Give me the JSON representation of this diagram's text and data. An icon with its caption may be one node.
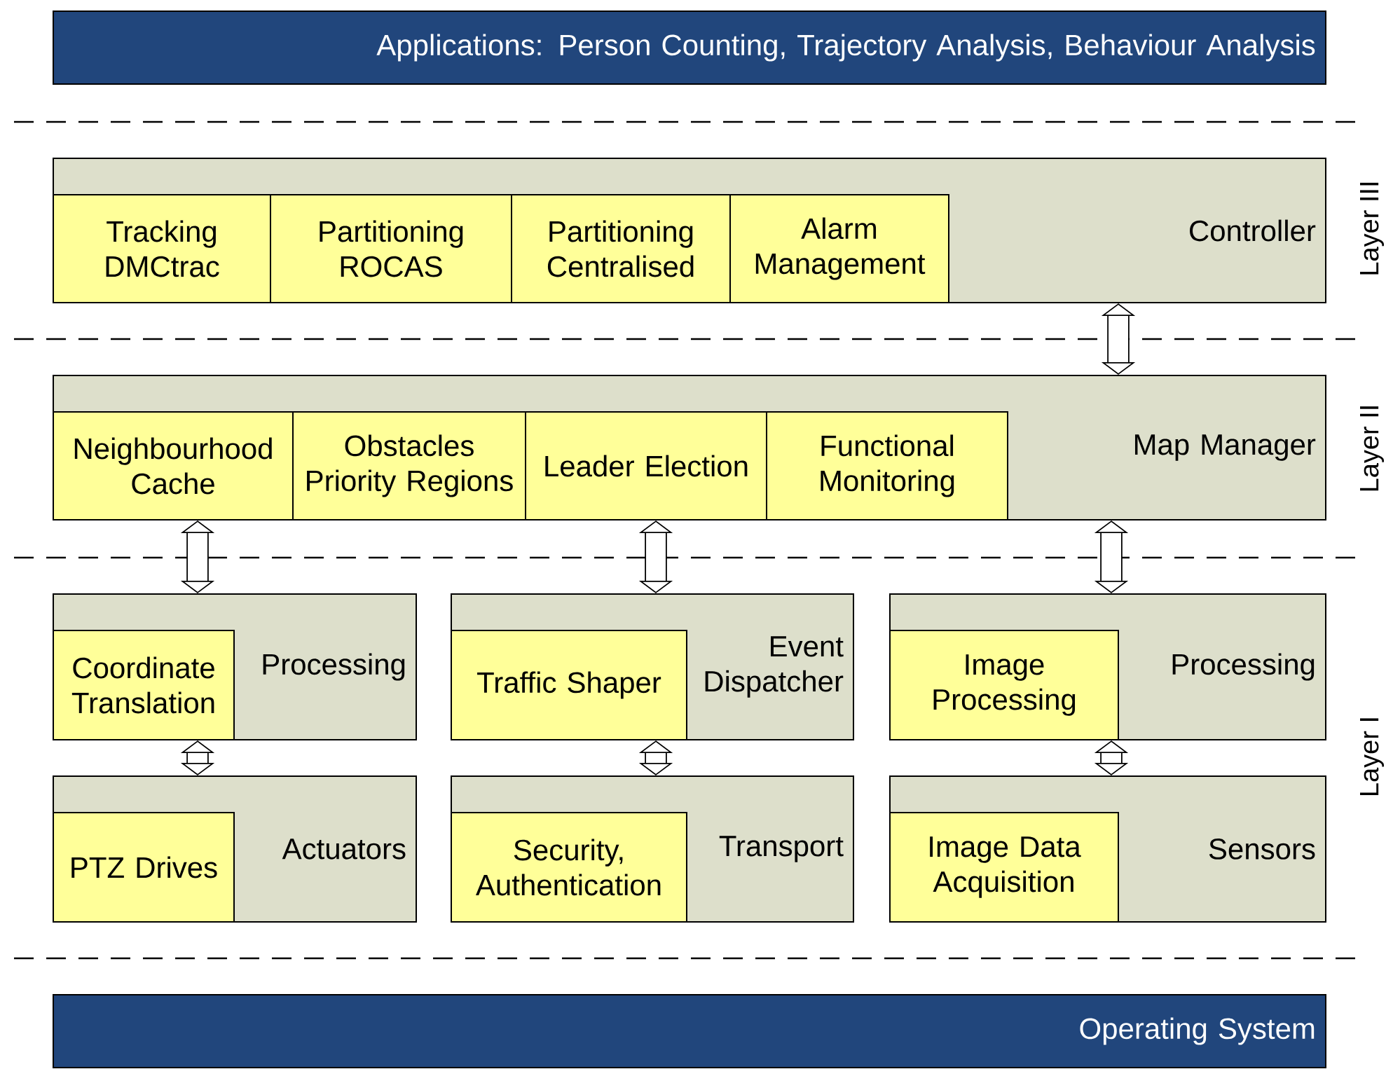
{
  "diagram": {
    "nodes": [
      {
        "text": [
          "Applications: Person Counting, Trajectory Analysis, Behaviour Analysis"
        ]
      },
      {
        "text": [
          "Controller"
        ]
      },
      {
        "text": [
          "Tracking DMCtrac"
        ],
        "in": 1
      },
      {
        "text": [
          "Partitioning ROCAS"
        ],
        "in": 1
      },
      {
        "text": [
          "Partitioning Centralised"
        ],
        "in": 1
      },
      {
        "text": [
          "Alarm Management"
        ],
        "in": 1
      },
      {
        "text": [
          "Map Manager"
        ]
      },
      {
        "text": [
          "Neighbourhood Cache"
        ],
        "in": 6
      },
      {
        "text": [
          "Obstacles Priority Regions"
        ],
        "in": 6
      },
      {
        "text": [
          "Leader Election"
        ],
        "in": 6
      },
      {
        "text": [
          "Functional Monitoring"
        ],
        "in": 6
      },
      {
        "text": [
          "Processing"
        ]
      },
      {
        "text": [
          "Coordinate Translation"
        ],
        "in": 11
      },
      {
        "text": [
          "Event Dispatcher"
        ]
      },
      {
        "text": [
          "Traffic Shaper"
        ],
        "in": 13
      },
      {
        "text": [
          "Processing"
        ]
      },
      {
        "text": [
          "Image Processing"
        ],
        "in": 15
      },
      {
        "text": [
          "Actuators"
        ]
      },
      {
        "text": [
          "PTZ Drives"
        ],
        "in": 17
      },
      {
        "text": [
          "Transport"
        ]
      },
      {
        "text": [
          "Security, Authentication"
        ],
        "in": 19
      },
      {
        "text": [
          "Sensors"
        ]
      },
      {
        "text": [
          "Image Data Acquisition"
        ],
        "in": 21
      },
      {
        "text": [
          "Operating System"
        ]
      }
    ],
    "edges": [
      {
        "from": 1,
        "to": 6,
        "arrow": "both"
      },
      {
        "from": 7,
        "to": 11,
        "arrow": "both"
      },
      {
        "from": 9,
        "to": 13,
        "arrow": "both"
      },
      {
        "from": 6,
        "to": 15,
        "arrow": "both"
      },
      {
        "from": 12,
        "to": 17,
        "arrow": "both"
      },
      {
        "from": 14,
        "to": 19,
        "arrow": "both"
      },
      {
        "from": 16,
        "to": 21,
        "arrow": "both"
      }
    ],
    "labels": [
      "Layer III",
      "Layer II",
      "Layer I"
    ]
  }
}
